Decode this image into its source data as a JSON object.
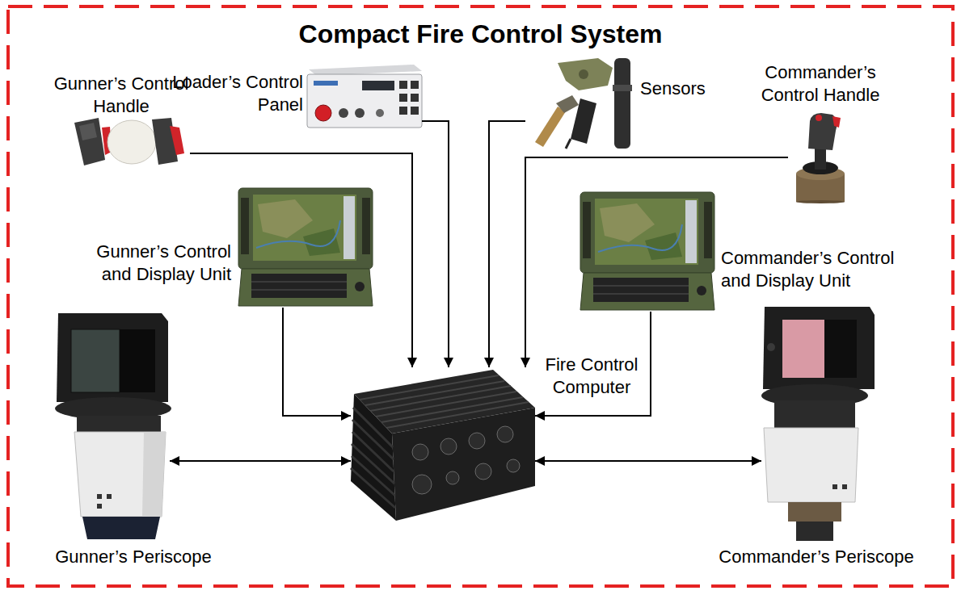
{
  "diagram": {
    "title": "Compact Fire Control System",
    "nodes": [
      {
        "text": [
          "Gunner’s Control Handle"
        ]
      },
      {
        "text": [
          "Loader’s Control Panel"
        ]
      },
      {
        "text": [
          "Sensors"
        ]
      },
      {
        "text": [
          "Commander’s Control Handle"
        ]
      },
      {
        "text": [
          "Gunner’s Control and Display Unit"
        ]
      },
      {
        "text": [
          "Commander’s Control and Display Unit"
        ]
      },
      {
        "text": [
          "Fire Control Computer"
        ]
      },
      {
        "text": [
          "Gunner’s Periscope"
        ]
      },
      {
        "text": [
          "Commander’s Periscope"
        ]
      }
    ],
    "edges": [
      {
        "from": 0,
        "to": 6,
        "arrow": "to"
      },
      {
        "from": 1,
        "to": 6,
        "arrow": "to"
      },
      {
        "from": 2,
        "to": 6,
        "arrow": "to"
      },
      {
        "from": 3,
        "to": 6,
        "arrow": "to"
      },
      {
        "from": 4,
        "to": 6,
        "arrow": "to"
      },
      {
        "from": 5,
        "to": 6,
        "arrow": "to"
      },
      {
        "from": 6,
        "to": 7,
        "arrow": "both"
      },
      {
        "from": 6,
        "to": 8,
        "arrow": "both"
      }
    ]
  }
}
